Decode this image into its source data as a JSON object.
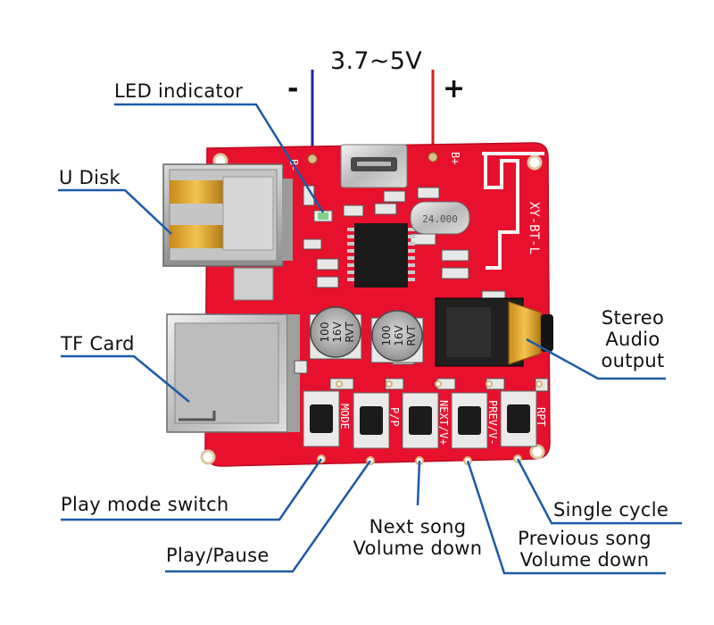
{
  "voltage": {
    "label": "3.7~5V",
    "minus": "-",
    "plus": "+"
  },
  "board": {
    "pads": {
      "b_minus": "B-",
      "b_plus": "B+"
    },
    "silk": {
      "model": "XY-BT-L",
      "crystal": "24.000",
      "cap_text": "100\n16V\nRVT"
    },
    "buttons": [
      "MODE",
      "P/P",
      "NEXT/V+",
      "PREV/V-",
      "RPT"
    ]
  },
  "labels": {
    "led": "LED indicator",
    "udisk": "U Disk",
    "tfcard": "TF Card",
    "stereo": [
      "Stereo",
      "Audio",
      "output"
    ],
    "mode": "Play mode switch",
    "pp": "Play/Pause",
    "next": [
      "Next song",
      "Volume down"
    ],
    "prev": [
      "Previous song",
      "Volume down"
    ],
    "rpt": "Single cycle"
  },
  "colors": {
    "board": "#e8112d",
    "wire_minus": "#1d27a8",
    "wire_plus": "#d81d1d",
    "leader": "#1c5aa8"
  }
}
